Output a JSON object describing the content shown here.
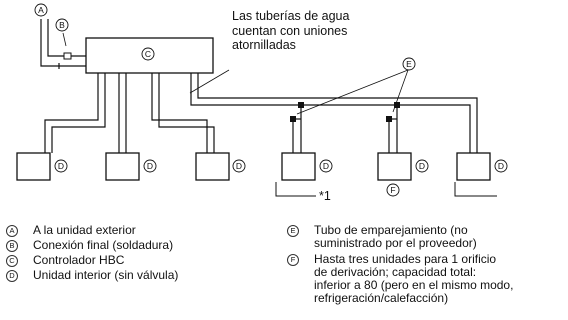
{
  "callout_note": "Las tuberías de agua cuentan con uniones atornilladas",
  "callout_lines": [
    "Las tuberías de agua",
    "cuentan con uniones",
    "atornilladas"
  ],
  "markers": {
    "A": "A",
    "B": "B",
    "C": "C",
    "D": "D",
    "E": "E",
    "F": "F"
  },
  "group_label": "*1",
  "legend_left": [
    {
      "marker": "A",
      "text": "A la unidad exterior"
    },
    {
      "marker": "B",
      "text": "Conexión final (soldadura)"
    },
    {
      "marker": "C",
      "text": "Controlador HBC"
    },
    {
      "marker": "D",
      "text": "Unidad interior (sin válvula)"
    }
  ],
  "legend_right": [
    {
      "marker": "E",
      "lines": [
        "Tubo de emparejamiento (no",
        "suministrado por el proveedor)"
      ]
    },
    {
      "marker": "F",
      "lines": [
        "Hasta tres unidades para 1 orificio",
        "de derivación; capacidad total:",
        "inferior a 80 (pero en el mismo modo,",
        "refrigeración/calefacción)"
      ]
    }
  ]
}
